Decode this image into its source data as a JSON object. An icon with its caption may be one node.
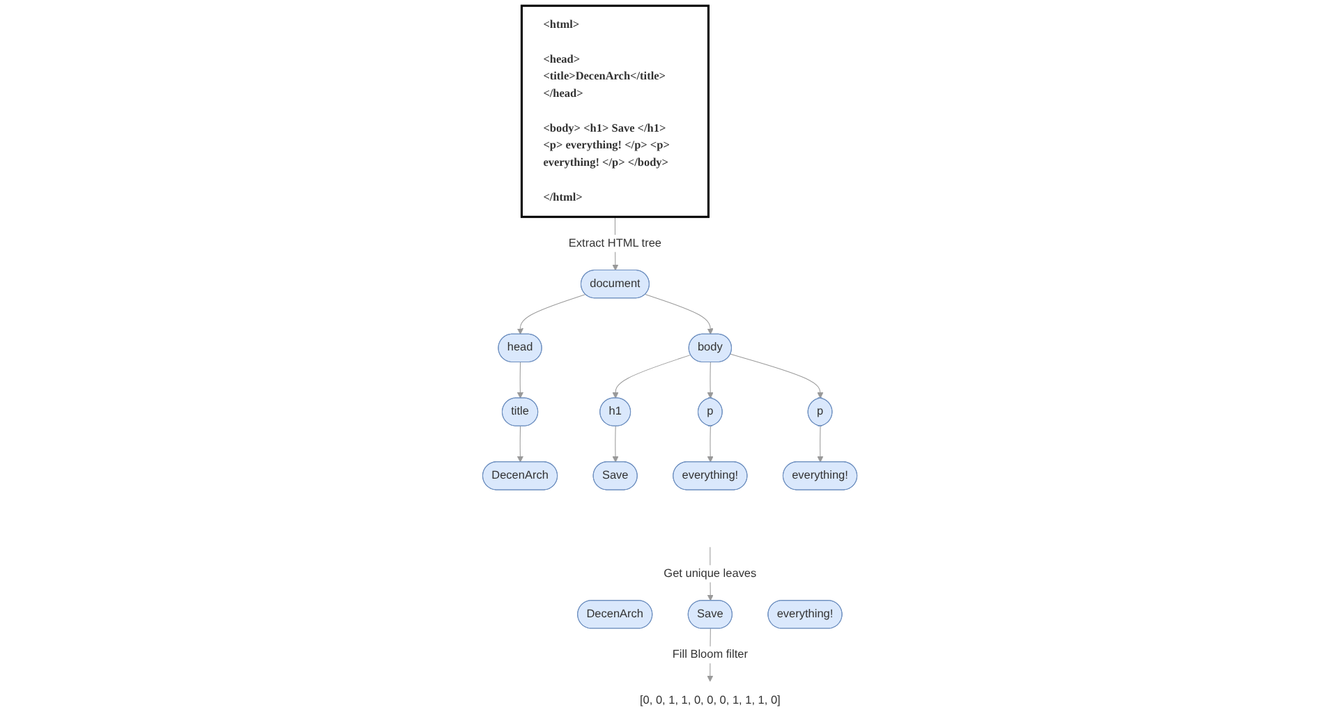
{
  "diagram": {
    "nodes": [
      {
        "text": [
          "<html>",
          "<head> <title>DecenArch</title> </head>",
          "<body> <h1> Save </h1> <p> everything! </p> <p> everything! </p> </body>",
          "</html>"
        ]
      },
      {
        "text": [
          "document"
        ]
      },
      {
        "text": [
          "head"
        ]
      },
      {
        "text": [
          "body"
        ]
      },
      {
        "text": [
          "title"
        ]
      },
      {
        "text": [
          "h1"
        ]
      },
      {
        "text": [
          "p"
        ]
      },
      {
        "text": [
          "p"
        ]
      },
      {
        "text": [
          "DecenArch"
        ]
      },
      {
        "text": [
          "Save"
        ]
      },
      {
        "text": [
          "everything!"
        ]
      },
      {
        "text": [
          "everything!"
        ]
      },
      {
        "text": [
          "DecenArch"
        ]
      },
      {
        "text": [
          "Save"
        ]
      },
      {
        "text": [
          "everything!"
        ]
      },
      {
        "text": [
          "[0, 0, 1, 1, 0, 0, 0, 1, 1, 1, 0]"
        ]
      }
    ],
    "edges": [
      {
        "from": 0,
        "to": 1,
        "arrow": "to",
        "label": "Extract HTML tree"
      },
      {
        "from": 1,
        "to": 2,
        "arrow": "to"
      },
      {
        "from": 1,
        "to": 3,
        "arrow": "to"
      },
      {
        "from": 2,
        "to": 4,
        "arrow": "to"
      },
      {
        "from": 3,
        "to": 5,
        "arrow": "to"
      },
      {
        "from": 3,
        "to": 6,
        "arrow": "to"
      },
      {
        "from": 3,
        "to": 7,
        "arrow": "to"
      },
      {
        "from": 4,
        "to": 8,
        "arrow": "to"
      },
      {
        "from": 5,
        "to": 9,
        "arrow": "to"
      },
      {
        "from": 6,
        "to": 10,
        "arrow": "to"
      },
      {
        "from": 7,
        "to": 11,
        "arrow": "to"
      },
      {
        "from": null,
        "to": 13,
        "arrow": "to",
        "label": "Get unique leaves"
      },
      {
        "from": 13,
        "to": 15,
        "arrow": "to",
        "label": "Fill Bloom filter"
      }
    ]
  }
}
